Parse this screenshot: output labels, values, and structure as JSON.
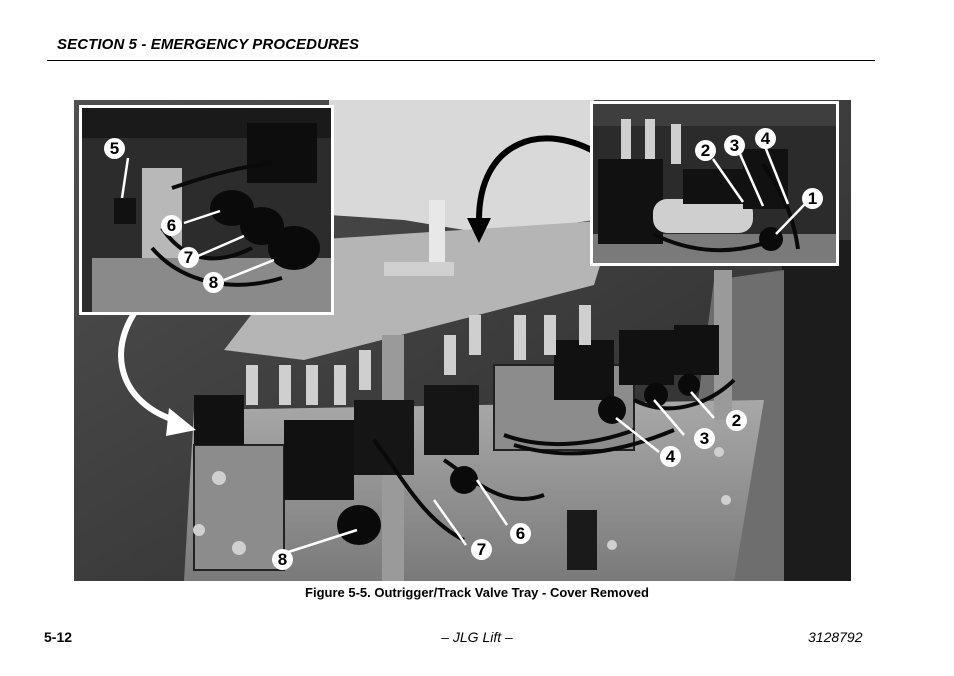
{
  "header": {
    "section_title": "SECTION 5 - EMERGENCY PROCEDURES"
  },
  "figure": {
    "caption": "Figure 5-5. Outrigger/Track Valve Tray - Cover Removed",
    "callouts": {
      "left_inset": [
        "5",
        "6",
        "7",
        "8"
      ],
      "right_inset": [
        "1",
        "2",
        "3",
        "4"
      ],
      "main": [
        "2",
        "3",
        "4",
        "6",
        "7",
        "8"
      ]
    }
  },
  "footer": {
    "page_number": "5-12",
    "publisher": "– JLG Lift –",
    "document_number": "3128792"
  }
}
